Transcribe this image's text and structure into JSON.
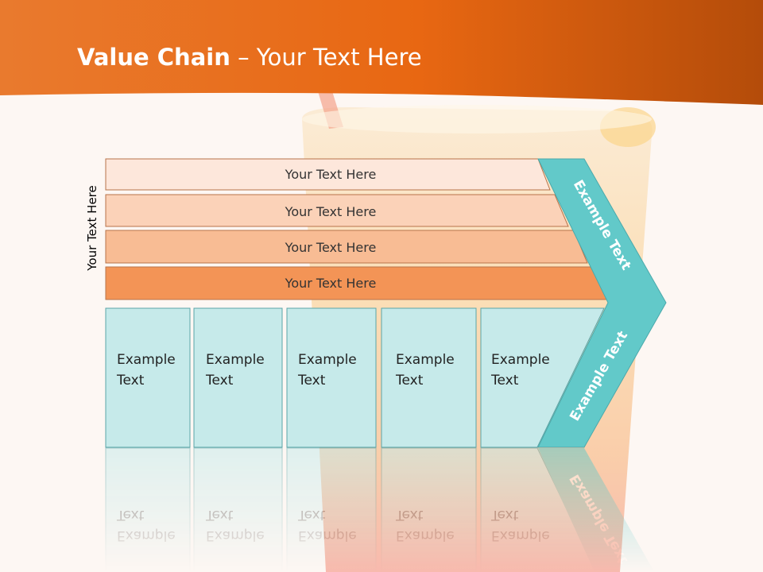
{
  "title": {
    "bold": "Value Chain",
    "rest": " – Your Text Here"
  },
  "side_label": "Your Text Here",
  "bars": [
    {
      "label": "Your Text Here",
      "color": "#fde7db"
    },
    {
      "label": "Your Text Here",
      "color": "#fbd2b8"
    },
    {
      "label": "Your Text Here",
      "color": "#f8bc94"
    },
    {
      "label": "Your Text Here",
      "color": "#f39456"
    }
  ],
  "boxes": [
    {
      "line1": "Example",
      "line2": "Text"
    },
    {
      "line1": "Example",
      "line2": "Text"
    },
    {
      "line1": "Example",
      "line2": "Text"
    },
    {
      "line1": "Example",
      "line2": "Text"
    },
    {
      "line1": "Example",
      "line2": "Text"
    }
  ],
  "arrow": {
    "upper_label": "Example Text",
    "lower_label": "Example Text",
    "color": "#62c9c9"
  },
  "colors": {
    "header": "#e8631a",
    "box_fill": "#c6eaea",
    "box_stroke": "#5aa5a8",
    "bar_stroke": "#b8734a"
  }
}
